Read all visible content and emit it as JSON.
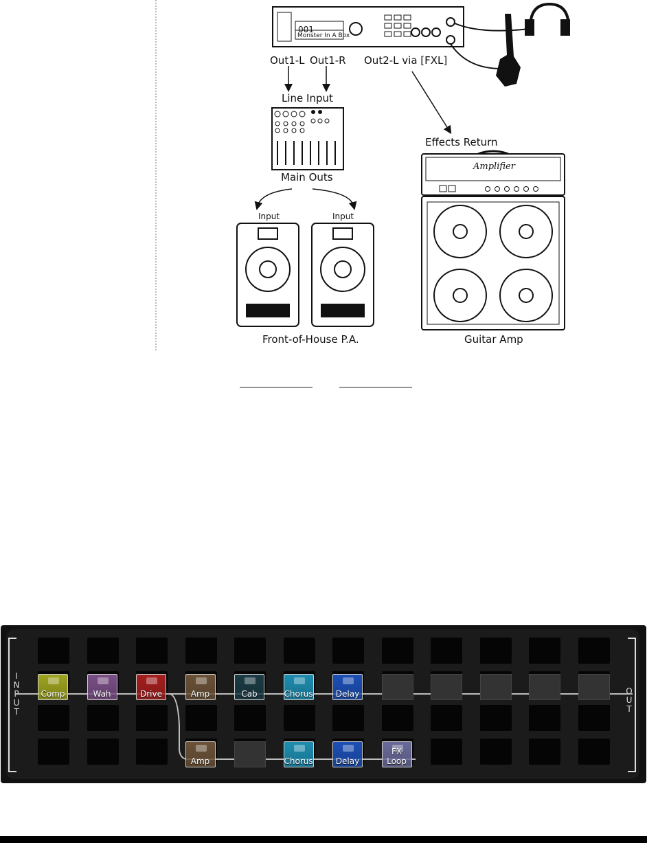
{
  "diagram": {
    "device_labels": {
      "out1_l": "Out1-L",
      "out1_r": "Out1-R",
      "out2_l": "Out2-L via [FXL]",
      "line_input": "Line Input",
      "main_outs": "Main Outs",
      "input_left": "Input",
      "input_right": "Input",
      "effects_return": "Effects Return",
      "foh": "Front-of-House P.A.",
      "guitar_amp": "Guitar Amp",
      "preset_number": "001",
      "preset_name": "Monster In A Box",
      "amp_brand": "Amplifier"
    }
  },
  "grid": {
    "input_label": "INPUT",
    "output_label": "OUT",
    "row1_blocks": [
      {
        "label": "Comp",
        "color": "#9ea31f",
        "icon": "comp-icon"
      },
      {
        "label": "Wah",
        "color": "#7a4f86",
        "icon": "wah-pedal-icon"
      },
      {
        "label": "Drive",
        "color": "#a51e1e",
        "icon": "drive-knobs-icon"
      },
      {
        "label": "Amp",
        "color": "#6b5238",
        "icon": "amp-head-icon"
      },
      {
        "label": "Cab",
        "color": "#1b3b45",
        "icon": "speaker-icon"
      },
      {
        "label": "Chorus",
        "color": "#1e8db0",
        "icon": "wave-icon"
      },
      {
        "label": "Delay",
        "color": "#1d4fb5",
        "icon": "echo-icon"
      }
    ],
    "row4_blocks": [
      {
        "label": "Amp",
        "color": "#6b5238",
        "icon": "amp-head-icon"
      },
      {
        "label": "Chorus",
        "color": "#1e8db0",
        "icon": "wave-icon"
      },
      {
        "label": "Delay",
        "color": "#1d4fb5",
        "icon": "echo-icon"
      },
      {
        "label": "FX Loop",
        "color": "#6a6a9a",
        "icon": "fx-loop-icon"
      }
    ]
  }
}
